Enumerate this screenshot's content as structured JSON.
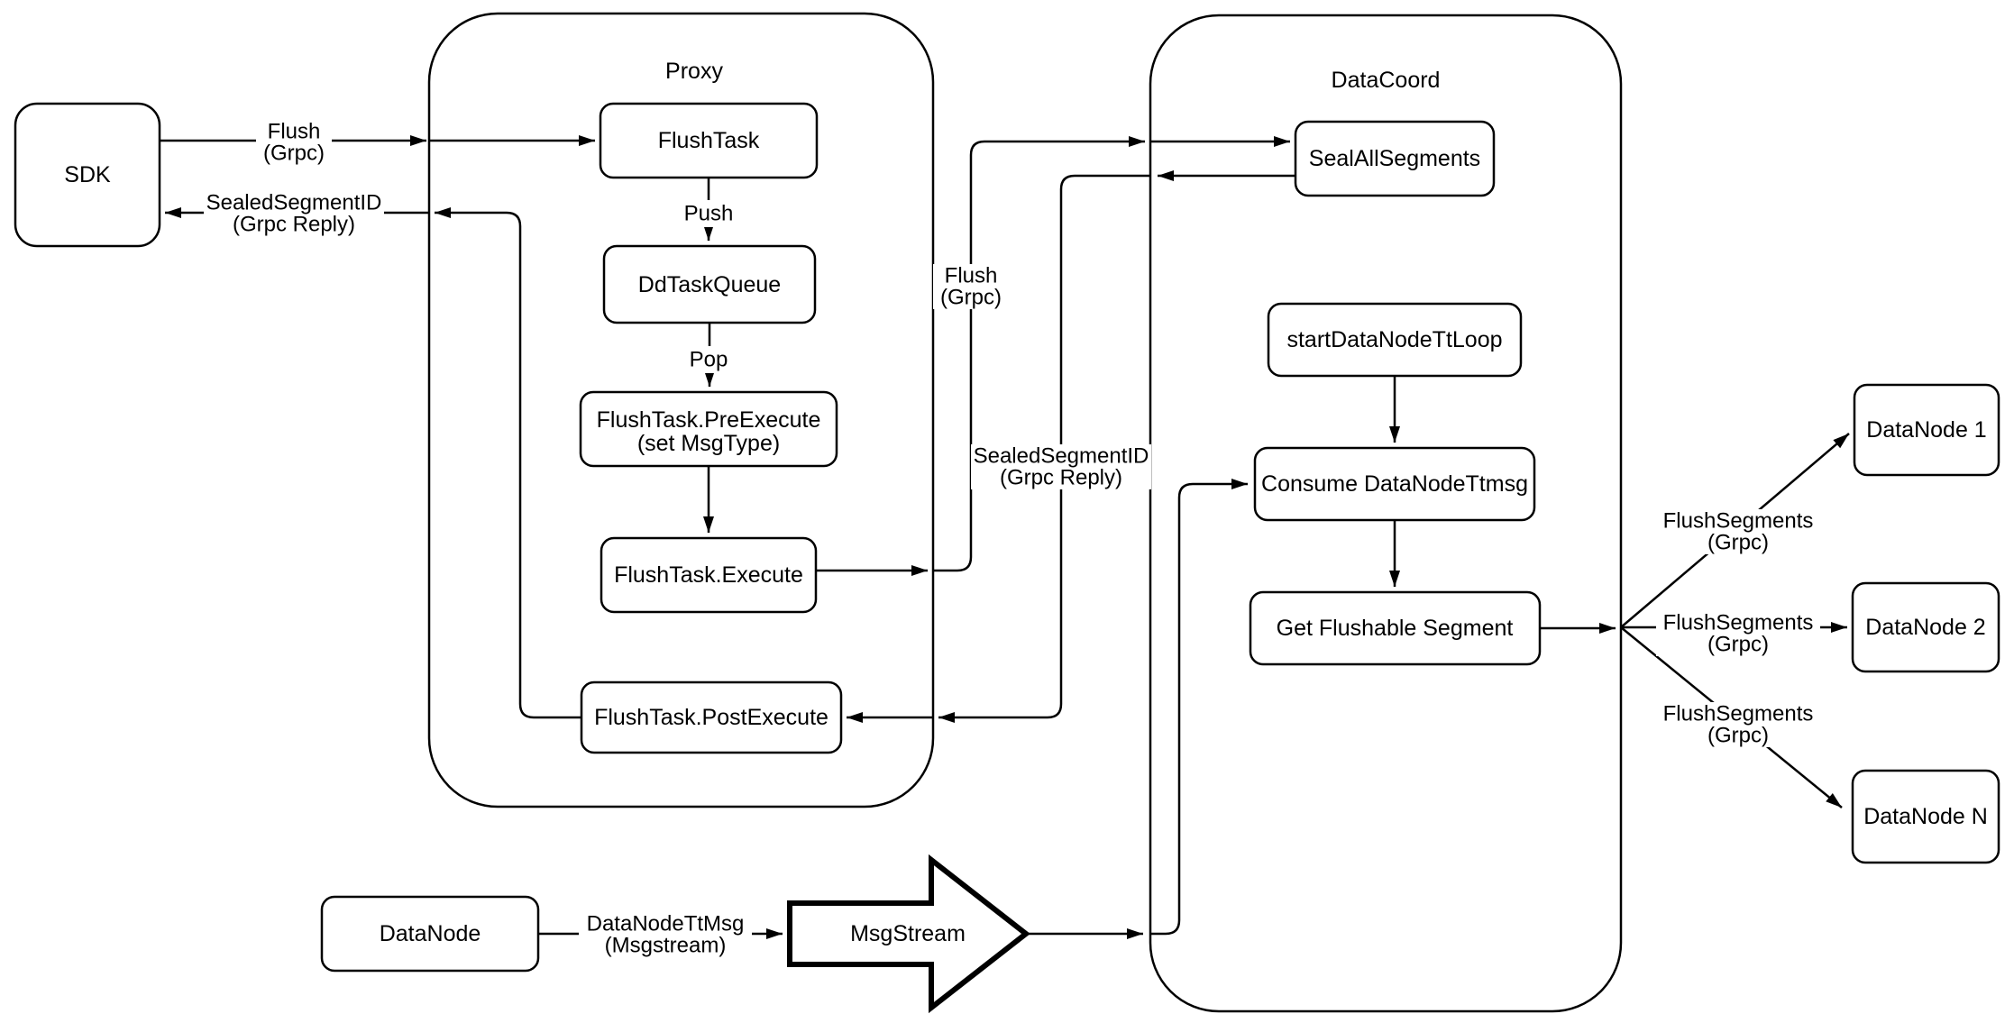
{
  "colors": {
    "stroke": "#000000",
    "fill": "#ffffff",
    "background": "#ffffff"
  },
  "containers": {
    "proxy": {
      "label": "Proxy"
    },
    "datacoord": {
      "label": "DataCoord"
    }
  },
  "nodes": {
    "sdk": {
      "label": "SDK"
    },
    "flush_task": {
      "label": "FlushTask"
    },
    "dd_task_queue": {
      "label": "DdTaskQueue"
    },
    "pre_execute": {
      "line1": "FlushTask.PreExecute",
      "line2": "(set MsgType)"
    },
    "execute": {
      "label": "FlushTask.Execute"
    },
    "post_execute": {
      "label": "FlushTask.PostExecute"
    },
    "seal_all_segments": {
      "label": "SealAllSegments"
    },
    "start_datanode_tt_loop": {
      "label": "startDataNodeTtLoop"
    },
    "consume_datanode_ttmsg": {
      "label": "Consume DataNodeTtmsg"
    },
    "get_flushable_segment": {
      "label": "Get Flushable Segment"
    },
    "datanode_1": {
      "label": "DataNode 1"
    },
    "datanode_2": {
      "label": "DataNode 2"
    },
    "datanode_n": {
      "label": "DataNode N"
    },
    "datanode_bottom": {
      "label": "DataNode"
    },
    "msgstream": {
      "label": "MsgStream"
    }
  },
  "edge_labels": {
    "flush_sdk": {
      "line1": "Flush",
      "line2": "(Grpc)"
    },
    "sealed_reply_sdk": {
      "line1": "SealedSegmentID",
      "line2": "(Grpc Reply)"
    },
    "push": {
      "label": "Push"
    },
    "pop": {
      "label": "Pop"
    },
    "flush_mid": {
      "line1": "Flush",
      "line2": "(Grpc)"
    },
    "sealed_reply_mid": {
      "line1": "SealedSegmentID",
      "line2": "(Grpc Reply)"
    },
    "flush_segments_1": {
      "line1": "FlushSegments",
      "line2": "(Grpc)"
    },
    "flush_segments_2": {
      "line1": "FlushSegments",
      "line2": "(Grpc)"
    },
    "flush_segments_n": {
      "line1": "FlushSegments",
      "line2": "(Grpc)"
    },
    "datanode_ttmsg": {
      "line1": "DataNodeTtMsg",
      "line2": "(Msgstream)"
    }
  }
}
